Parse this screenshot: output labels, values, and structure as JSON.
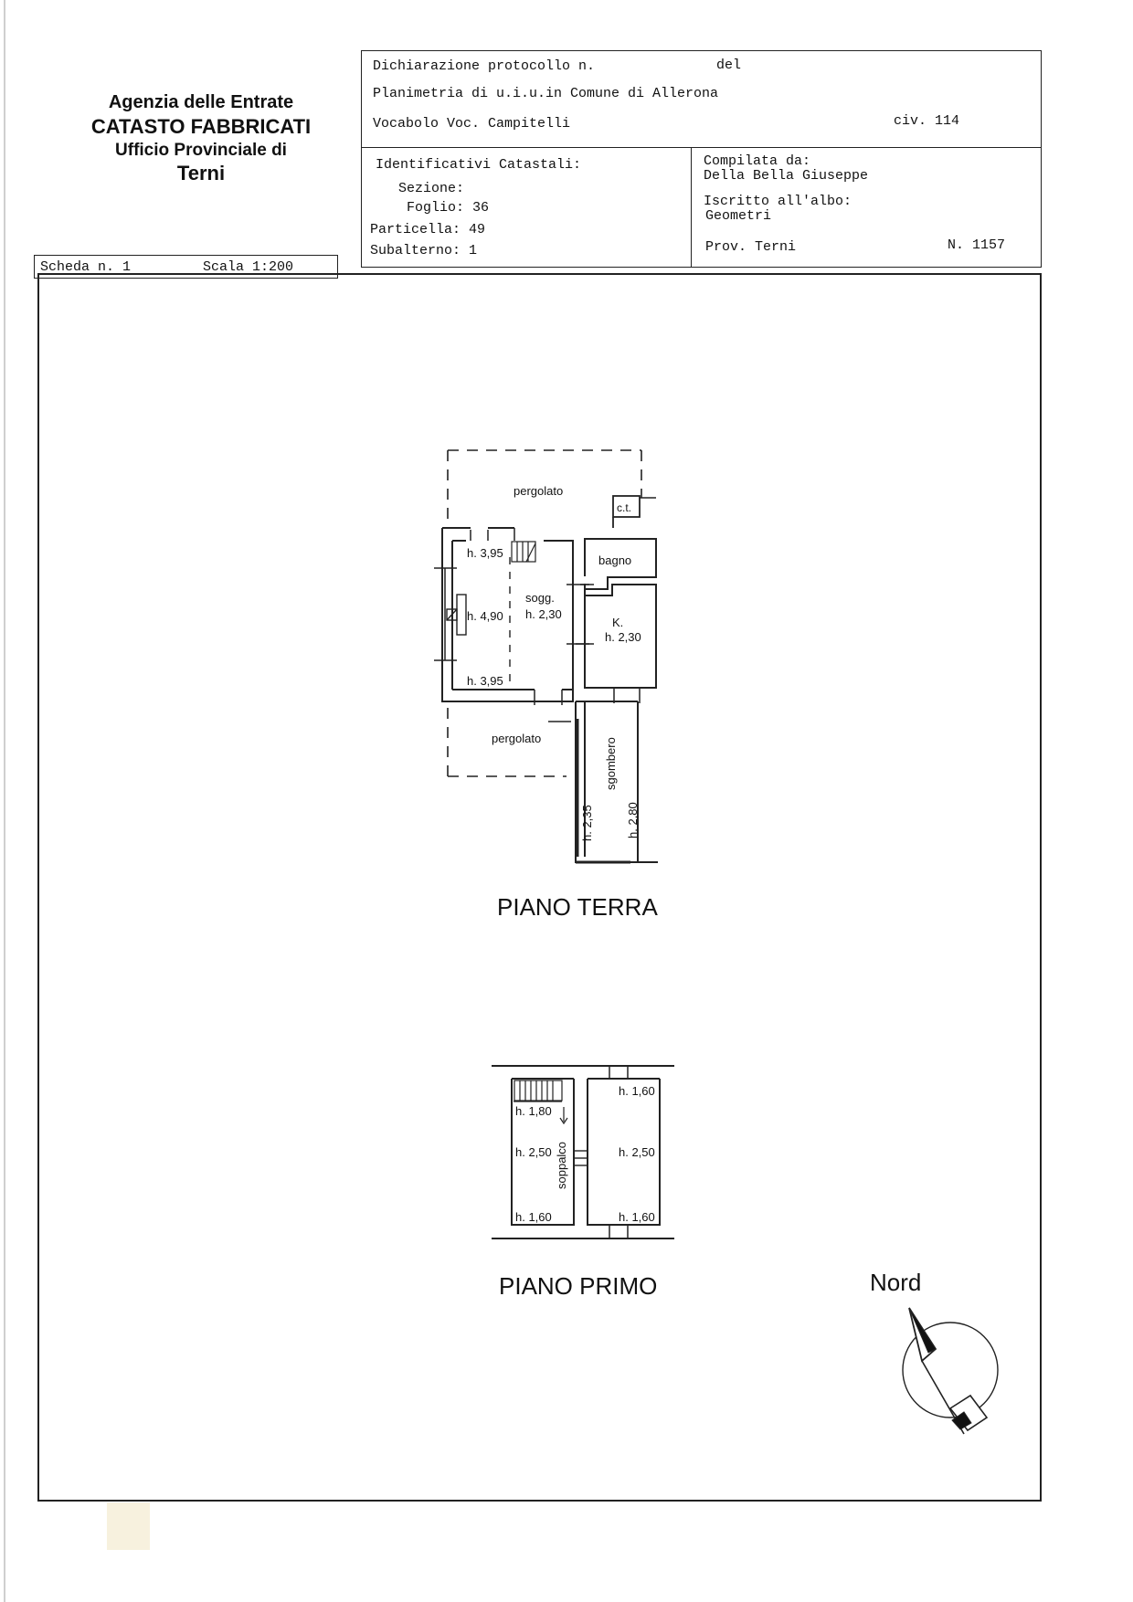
{
  "header": {
    "agency": "Agenzia delle Entrate",
    "service": "CATASTO FABBRICATI",
    "office": "Ufficio Provinciale di",
    "city": "Terni"
  },
  "scheda": {
    "scheda_label": "Scheda n. 1",
    "scala_label": "Scala 1:200"
  },
  "declaration": {
    "protocol_label": "Dichiarazione protocollo n.",
    "del_label": "del",
    "planimetria": "Planimetria di u.i.u.in Comune di Allerona",
    "vocabolo": "Vocabolo Voc. Campitelli",
    "civ": "civ. 114"
  },
  "identifiers": {
    "title": "Identificativi Catastali:",
    "sezione": "Sezione:",
    "foglio": "Foglio: 36",
    "particella": "Particella: 49",
    "subalterno": "Subalterno: 1"
  },
  "compiler": {
    "title": "Compilata da:",
    "name": "Della Bella Giuseppe",
    "albo_label": "Iscritto all'albo:",
    "albo": "Geometri",
    "prov": "Prov. Terni",
    "number": "N. 1157"
  },
  "ground_floor": {
    "title": "PIANO TERRA",
    "pergolato_top": "pergolato",
    "ct": "c.t.",
    "h_395_top": "h. 3,95",
    "h_490": "h. 4,90",
    "h_395_bottom": "h. 3,95",
    "sogg": "sogg.",
    "sogg_h": "h. 2,30",
    "bagno": "bagno",
    "kitchen": "K.",
    "kitchen_h": "h. 2,30",
    "pergolato_bottom": "pergolato",
    "sgombero": "sgombero",
    "h_235": "h. 2,35",
    "h_280": "h. 2,80"
  },
  "first_floor": {
    "title": "PIANO PRIMO",
    "h_180": "h. 1,80",
    "h_250_left": "h. 2,50",
    "soppalco": "soppalco",
    "h_160_left": "h. 1,60",
    "h_160_top_right": "h. 1,60",
    "h_250_right": "h. 2,50",
    "h_160_bottom_right": "h. 1,60"
  },
  "compass": {
    "label": "Nord"
  }
}
